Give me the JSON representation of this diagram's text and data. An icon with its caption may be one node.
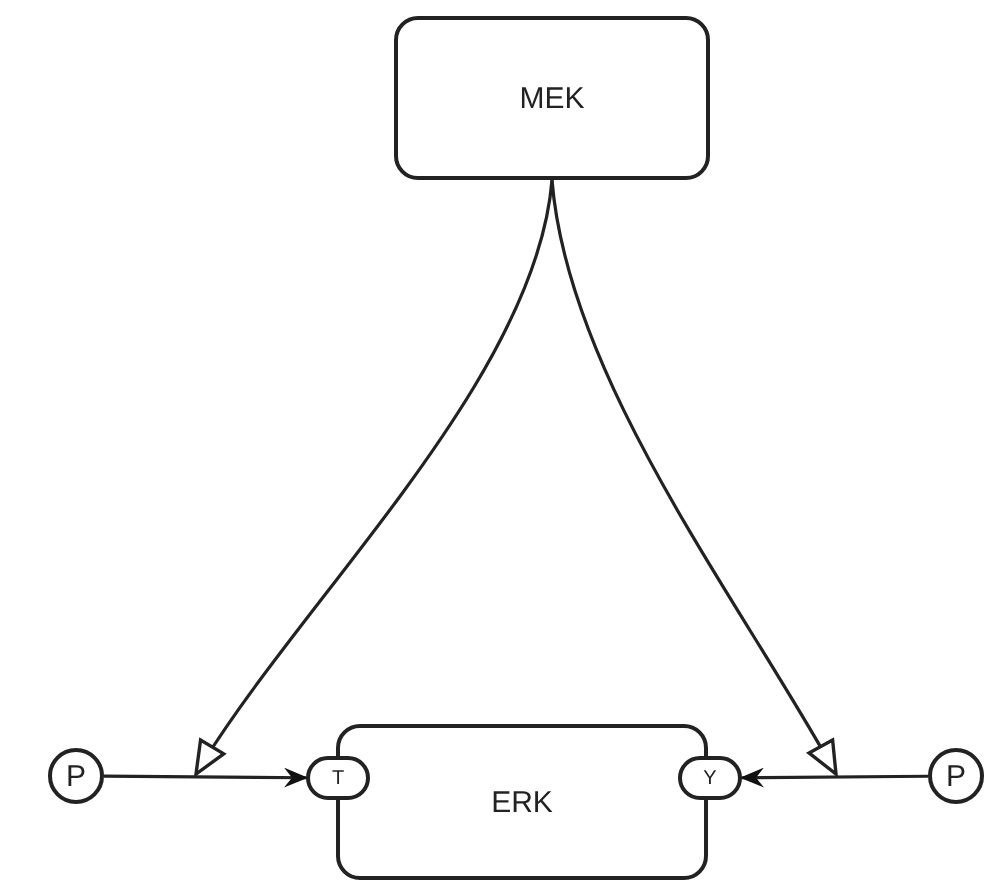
{
  "diagram": {
    "nodes": [
      {
        "text": [
          "MEK"
        ]
      },
      {
        "text": [
          "P"
        ]
      },
      {
        "text": [
          "T"
        ]
      },
      {
        "text": [
          "ERK"
        ]
      },
      {
        "text": [
          "Y"
        ]
      },
      {
        "text": [
          "P"
        ]
      }
    ],
    "edges": [
      {
        "from": 1,
        "to": 2,
        "arrow": "to"
      },
      {
        "from": 5,
        "to": 4,
        "arrow": "to"
      },
      {
        "from": 0,
        "to": null,
        "arrow": "to"
      },
      {
        "from": 0,
        "to": null,
        "arrow": "to"
      }
    ]
  }
}
